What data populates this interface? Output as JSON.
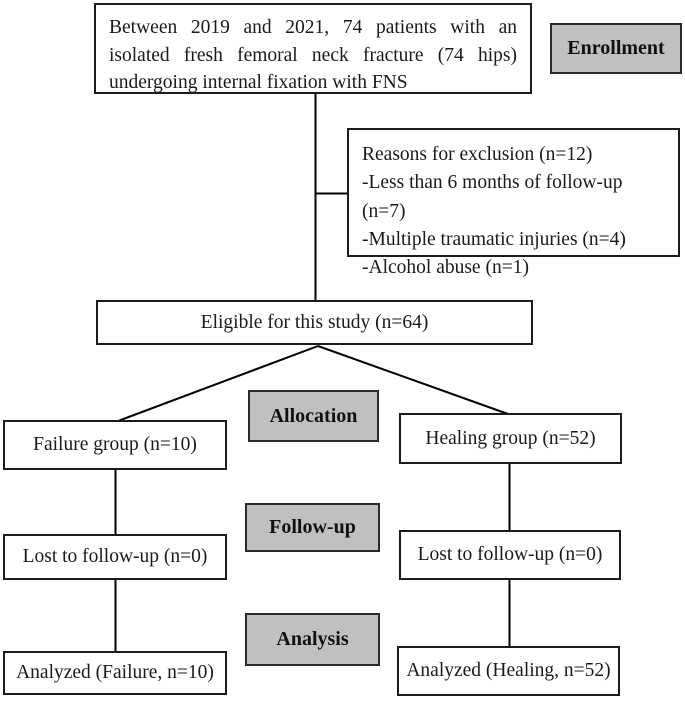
{
  "figure": {
    "type": "consort-flow-diagram",
    "background_color": "#ffffff",
    "box_border_color": "#1c1c1c",
    "stage_label_bg_color": "#c0c0c0",
    "line_color": "#000000"
  },
  "stage_labels": {
    "enrollment": "Enrollment",
    "allocation": "Allocation",
    "follow_up": "Follow-up",
    "analysis": "Analysis"
  },
  "boxes": {
    "enrollment_desc": "Between 2019 and 2021, 74 patients with an isolated fresh femoral neck fracture (74 hips) undergoing internal fixation with FNS",
    "exclusion": {
      "title": "Reasons for exclusion (n=12)",
      "items": [
        "-Less than 6 months of follow-up (n=7)",
        "-Multiple traumatic injuries (n=4)",
        "-Alcohol abuse (n=1)"
      ]
    },
    "eligible": "Eligible for this study (n=64)",
    "failure_group": "Failure group (n=10)",
    "healing_group": "Healing group (n=52)",
    "lost_failure": "Lost to follow-up (n=0)",
    "lost_healing": "Lost to follow-up (n=0)",
    "analyzed_failure": "Analyzed (Failure, n=10)",
    "analyzed_healing": "Analyzed (Healing, n=52)"
  },
  "counts": {
    "enrolled": 74,
    "excluded": 12,
    "eligible": 64,
    "failure_group": 10,
    "healing_group": 52,
    "lost_failure": 0,
    "lost_healing": 0,
    "analyzed_failure": 10,
    "analyzed_healing": 52
  }
}
